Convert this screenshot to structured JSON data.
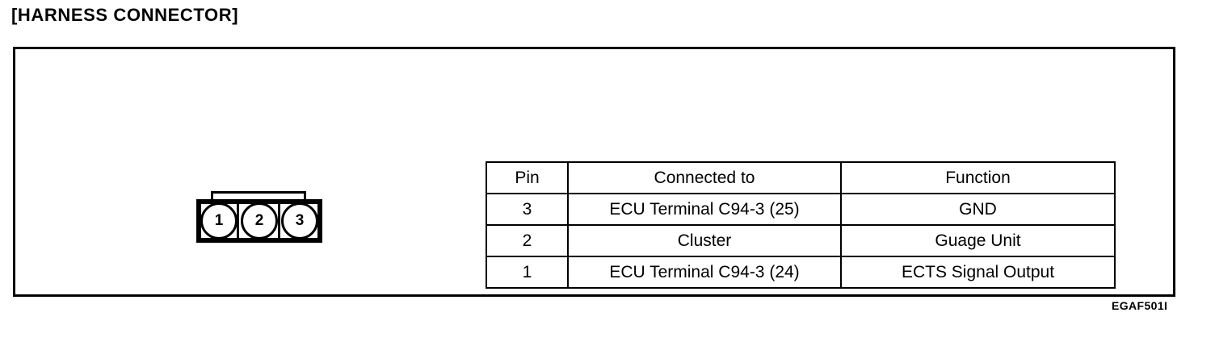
{
  "page": {
    "title": "[HARNESS CONNECTOR]",
    "figure_code": "EGAF501I",
    "ink_color": "#000000",
    "background_color": "#ffffff"
  },
  "connector": {
    "name": "3-pin harness connector",
    "latch_icon": "connector-latch-tab",
    "pins": [
      {
        "number": "1"
      },
      {
        "number": "2"
      },
      {
        "number": "3"
      }
    ]
  },
  "pin_table": {
    "headers": [
      "Pin",
      "Connected to",
      "Function"
    ],
    "rows": [
      {
        "pin": "3",
        "connected_to": "ECU Terminal C94-3 (25)",
        "function": "GND"
      },
      {
        "pin": "2",
        "connected_to": "Cluster",
        "function": "Guage Unit"
      },
      {
        "pin": "1",
        "connected_to": "ECU Terminal C94-3 (24)",
        "function": "ECTS Signal Output"
      }
    ]
  }
}
